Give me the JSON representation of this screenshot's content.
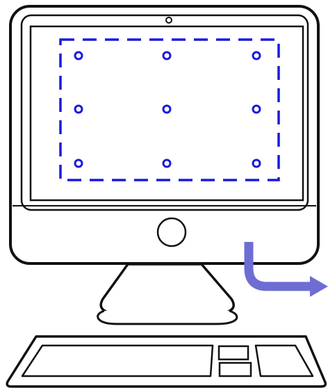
{
  "diagram": {
    "colors": {
      "outline": "#111111",
      "calibration_frame": "#1a1adb",
      "calibration_point": "#1a1adb",
      "arrow": "#6d6dd4",
      "background": "#ffffff"
    },
    "calibration_grid": {
      "rows": 3,
      "columns": 3,
      "point_count": 9
    },
    "icons": {
      "computer": "desktop-computer-icon",
      "camera": "webcam-icon",
      "button": "power-button-icon",
      "keyboard": "keyboard-icon",
      "arrow": "turn-right-arrow-icon"
    }
  }
}
